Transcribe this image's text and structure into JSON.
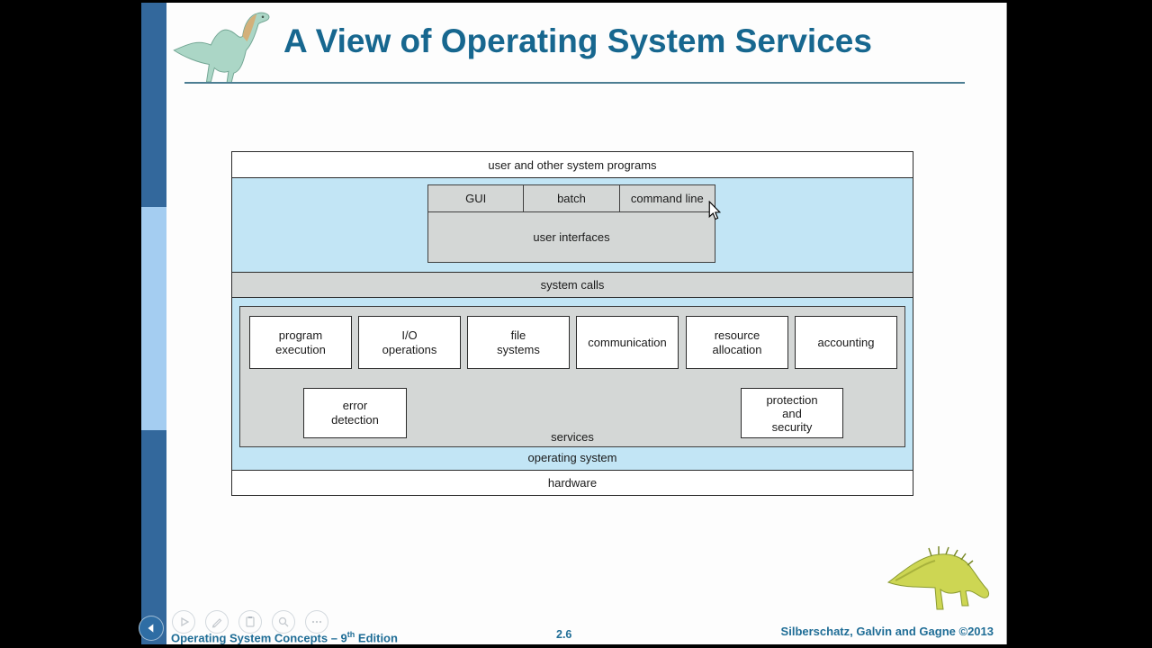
{
  "slide": {
    "title": "A View of Operating System Services"
  },
  "diagram": {
    "user_programs_label": "user and other system programs",
    "interface_cells": [
      "GUI",
      "batch",
      "command line"
    ],
    "user_interfaces_label": "user interfaces",
    "system_calls_label": "system calls",
    "services": {
      "row1": [
        "program\nexecution",
        "I/O\noperations",
        "file\nsystems",
        "communication",
        "resource\nallocation",
        "accounting"
      ],
      "row2": [
        "error\ndetection",
        "protection\nand\nsecurity"
      ],
      "label": "services"
    },
    "operating_system_label": "operating system",
    "hardware_label": "hardware"
  },
  "footer": {
    "book": "Operating System Concepts – 9",
    "book_sup": "th",
    "book_rest": " Edition",
    "page_number": "2.6",
    "authors": "Silberschatz, Galvin and Gagne ©2013"
  },
  "colors": {
    "title_text": "#17678F",
    "footer_text": "#1F6D96",
    "strip_dark_blue": "#33689C",
    "strip_light_blue": "#A4CDF1",
    "diagram_band_blue": "#C2E5F5",
    "diagram_gray": "#D4D7D6",
    "back_button_blue": "#2E6DA4"
  }
}
